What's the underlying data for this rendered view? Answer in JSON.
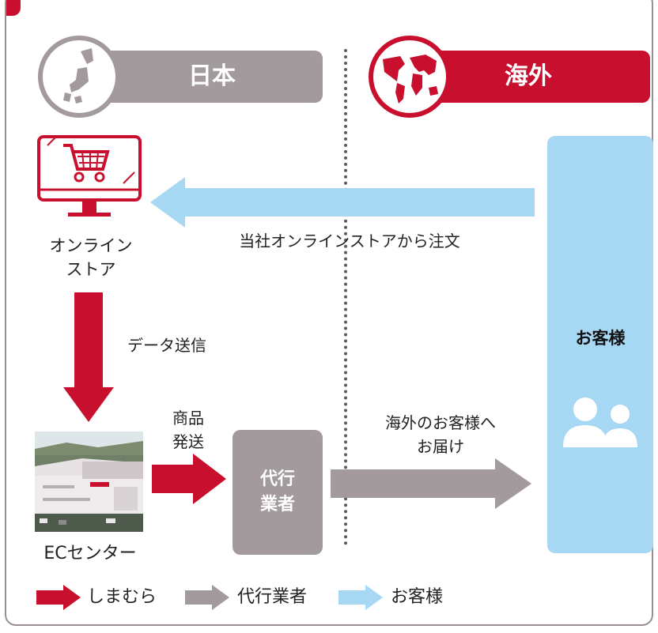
{
  "colors": {
    "shimamura": "#c8102e",
    "agent": "#a29a9c",
    "customer": "#a6d8f4",
    "divider": "#5f5a5b"
  },
  "regions": {
    "japan": {
      "label": "日本",
      "icon": "japan-map-icon"
    },
    "overseas": {
      "label": "海外",
      "icon": "world-map-icon"
    }
  },
  "store": {
    "label": "オンライン\nストア",
    "icon": "shopping-cart-monitor-icon"
  },
  "flows": {
    "order": "当社オンラインストアから注文",
    "data_transfer": "データ送信",
    "ship_products": "商品\n発送",
    "deliver_overseas": "海外のお客様へ\nお届け"
  },
  "ec_center": {
    "label": "ECセンター"
  },
  "agent": {
    "label": "代行\n業者"
  },
  "customers": {
    "label": "お客様",
    "icon": "customers-icon"
  },
  "legend": {
    "shimamura": "しまむら",
    "agent": "代行業者",
    "customer": "お客様"
  }
}
